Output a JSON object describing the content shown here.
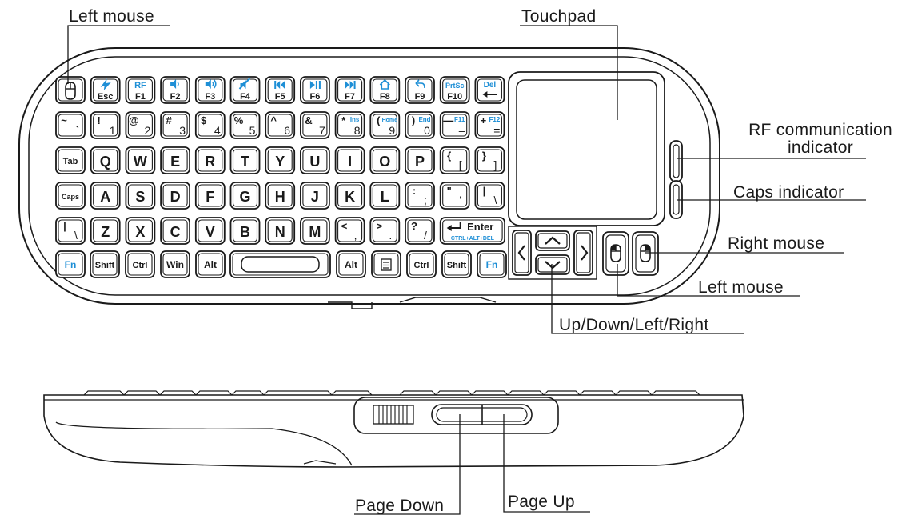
{
  "labels": {
    "left_mouse_top": "Left mouse",
    "touchpad": "Touchpad",
    "rf_line1": "RF communication",
    "rf_line2": "indicator",
    "caps_indicator": "Caps indicator",
    "right_mouse": "Right mouse",
    "left_mouse_bottom": "Left mouse",
    "arrows": "Up/Down/Left/Right",
    "page_down": "Page Down",
    "page_up": "Page  Up"
  },
  "colors": {
    "outline": "#1a1a1a",
    "accent_blue": "#1e8fd6"
  },
  "keyboard": {
    "row1": [
      {
        "icon": "mouse-icon"
      },
      {
        "icon": "power-icon",
        "main": "Esc"
      },
      {
        "alt": "RF",
        "main": "F1"
      },
      {
        "icon": "volume-down-icon",
        "main": "F2"
      },
      {
        "icon": "volume-up-icon",
        "main": "F3"
      },
      {
        "icon": "mute-icon",
        "main": "F4"
      },
      {
        "icon": "previous-track-icon",
        "main": "F5"
      },
      {
        "icon": "play-pause-icon",
        "main": "F6"
      },
      {
        "icon": "next-track-icon",
        "main": "F7"
      },
      {
        "icon": "home-icon",
        "main": "F8"
      },
      {
        "icon": "back-icon",
        "main": "F9"
      },
      {
        "alt": "PrtSc",
        "main": "F10"
      },
      {
        "alt": "Del",
        "icon": "backspace-icon"
      }
    ],
    "row2": [
      {
        "top": "~",
        "bottom": "`"
      },
      {
        "top": "!",
        "bottom": "1"
      },
      {
        "top": "@",
        "bottom": "2"
      },
      {
        "top": "#",
        "bottom": "3"
      },
      {
        "top": "$",
        "bottom": "4"
      },
      {
        "top": "%",
        "bottom": "5"
      },
      {
        "top": "^",
        "bottom": "6"
      },
      {
        "top": "&",
        "bottom": "7"
      },
      {
        "top": "*",
        "alt": "Ins",
        "bottom": "8"
      },
      {
        "top": "(",
        "alt": "Home",
        "bottom": "9"
      },
      {
        "top": ")",
        "alt": "End",
        "bottom": "0"
      },
      {
        "top": "—",
        "alt": "F11",
        "bottom": "–"
      },
      {
        "top": "+",
        "alt": "F12",
        "bottom": "="
      }
    ],
    "row3": [
      "Tab",
      "Q",
      "W",
      "E",
      "R",
      "T",
      "Y",
      "U",
      "I",
      "O",
      "P",
      "{ [",
      "} ]"
    ],
    "row4": [
      "Caps",
      "A",
      "S",
      "D",
      "F",
      "G",
      "H",
      "J",
      "K",
      "L",
      ": ;",
      "\" '",
      "| \\"
    ],
    "row5": [
      "| \\",
      "Z",
      "X",
      "C",
      "V",
      "B",
      "N",
      "M",
      "< ,",
      "> .",
      "? /"
    ],
    "enter": {
      "main": "Enter",
      "sub": "CTRL+ALT+DEL"
    },
    "row6": [
      "Fn",
      "Shift",
      "Ctrl",
      "Win",
      "Alt",
      "",
      "Alt",
      "",
      "Ctrl",
      "Shift",
      "Fn"
    ]
  }
}
